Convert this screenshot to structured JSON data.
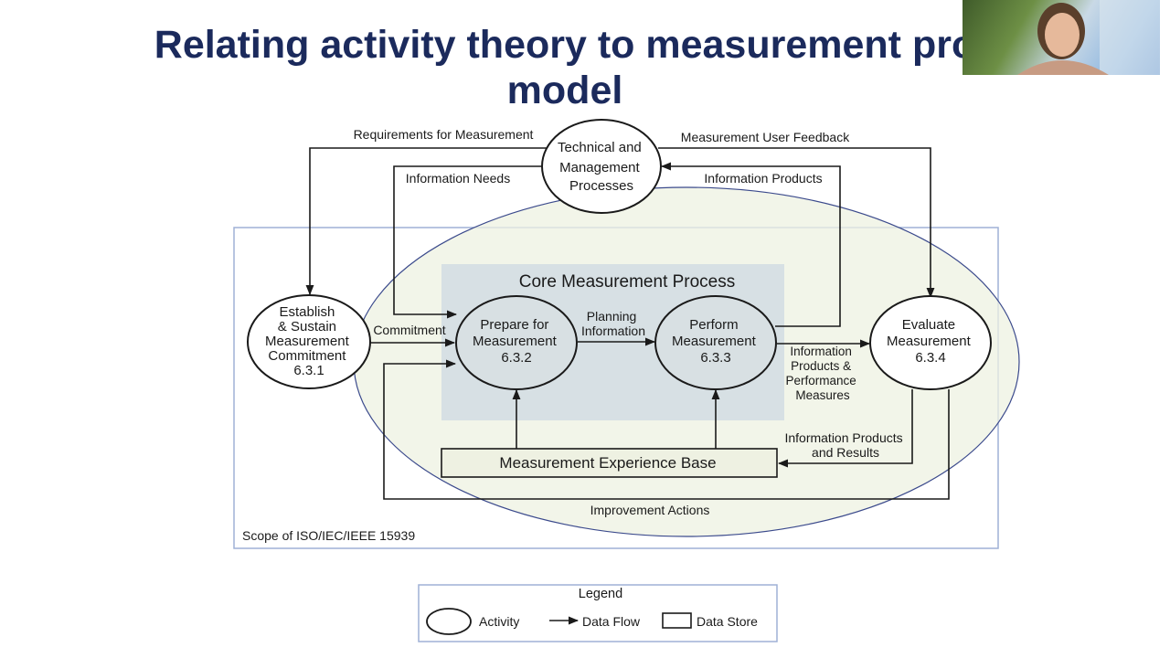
{
  "slide": {
    "title_line1": "Relating activity theory to measurement pro",
    "title_line2": "model"
  },
  "diagram": {
    "tech_mgmt": [
      "Technical and",
      "Management",
      "Processes"
    ],
    "establish": [
      "Establish",
      "& Sustain",
      "Measurement",
      "Commitment",
      "6.3.1"
    ],
    "prepare": [
      "Prepare for",
      "Measurement",
      "6.3.2"
    ],
    "perform": [
      "Perform",
      "Measurement",
      "6.3.3"
    ],
    "evaluate": [
      "Evaluate",
      "Measurement",
      "6.3.4"
    ],
    "core_title": "Core Measurement Process",
    "experience_base": "Measurement Experience Base",
    "flows": {
      "requirements": "Requirements for Measurement",
      "user_feedback": "Measurement User Feedback",
      "info_needs": "Information Needs",
      "info_products": "Information Products",
      "commitment": "Commitment",
      "planning": [
        "Planning",
        "Information"
      ],
      "info_perf": [
        "Information",
        "Products &",
        "Performance",
        "Measures"
      ],
      "info_results": [
        "Information Products",
        "and Results"
      ],
      "improvement": "Improvement Actions"
    },
    "scope": "Scope of ISO/IEC/IEEE 15939",
    "legend": {
      "title": "Legend",
      "activity": "Activity",
      "data_flow": "Data Flow",
      "data_store": "Data Store"
    }
  }
}
